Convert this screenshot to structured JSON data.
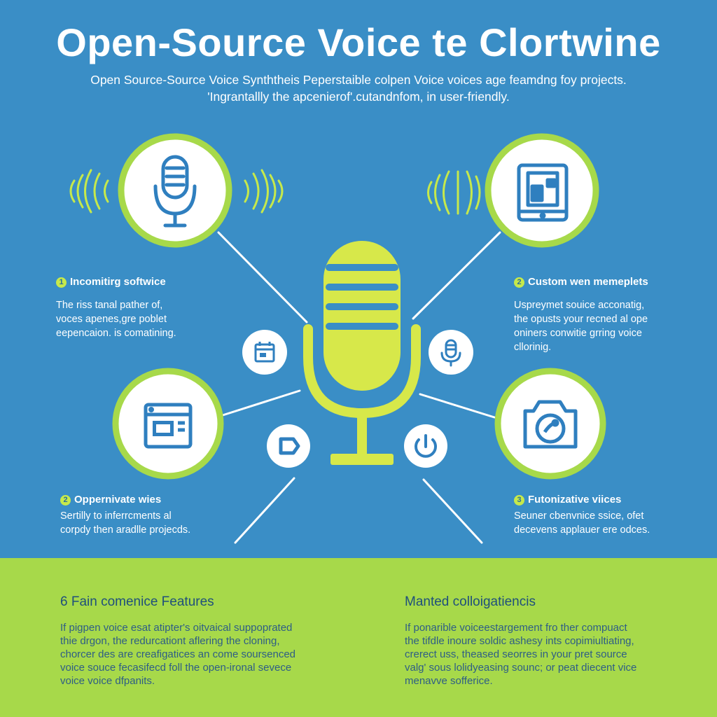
{
  "header": {
    "title": "Open-Source Voice te Clortwine",
    "subtitle_line1": "Open Source-Source Voice Synththeis Peperstaible colpen Voice voices age feamdng foy projects.",
    "subtitle_line2": "'Ingrantallly the apcenierof'.cutandnfom, in user-friendly."
  },
  "colors": {
    "background": "#3a8ec6",
    "accent_green": "#c6e94b",
    "ring_green": "#a7d94a",
    "icon_blue": "#2f7fbf",
    "bottom_text": "#1f4f7c"
  },
  "icons": {
    "top_left": "microphone-icon",
    "top_right": "tablet-icon",
    "mid_left": "browser-window-icon",
    "mid_right": "camera-icon",
    "center": "large-microphone-icon",
    "small_a": "calendar-icon",
    "small_b": "mini-microphone-icon",
    "small_c": "tag-icon",
    "small_d": "power-icon"
  },
  "sections": {
    "s1": {
      "number": "1",
      "heading": "Incomitirg softwice",
      "desc_line1": "The riss tanal pather of,",
      "desc_line2": "voces apenes,gre poblet",
      "desc_line3": "eepencaion. is comatining."
    },
    "s2": {
      "number": "2",
      "heading": "Custom wen memeplets",
      "desc_line1": "Uspreymet souice acconatig,",
      "desc_line2": "the opusts your recned al ope",
      "desc_line3": "oniners conwitie grring voice",
      "desc_line4": "cllorinig."
    },
    "s3": {
      "number": "2",
      "heading": "Oppernivate wies",
      "desc_line1": "Sertilly to inferrcments al",
      "desc_line2": "corpdy then aradlle projecds."
    },
    "s4": {
      "number": "3",
      "heading": "Futonizative viices",
      "desc_line1": "Seuner cbenvnice ssice, ofet",
      "desc_line2": "decevens applauer ere odces."
    }
  },
  "bottom": {
    "left_heading": "6 Fain comenice Features",
    "left_text": "If pigpen voice esat atipter's oitvaical suppoprated\nthie drgon, the redurcationt aflering the cloning,\nchorcer des are creafigatices an come soursenced\nvoice souce fecasifecd foll the open-ironal sevece\nvoice voice dfpanits.",
    "right_heading": "Manted colloigatiencis",
    "right_text": "If ponarible voiceestargement fro ther compuact\nthe tifdle inoure soldic ashesy ints copimiultiating,\ncrerect uss, theased seorres in your pret source\nvalg' sous lolidyeasing sounc; or peat diecent vice\nmenavve sofferice."
  }
}
